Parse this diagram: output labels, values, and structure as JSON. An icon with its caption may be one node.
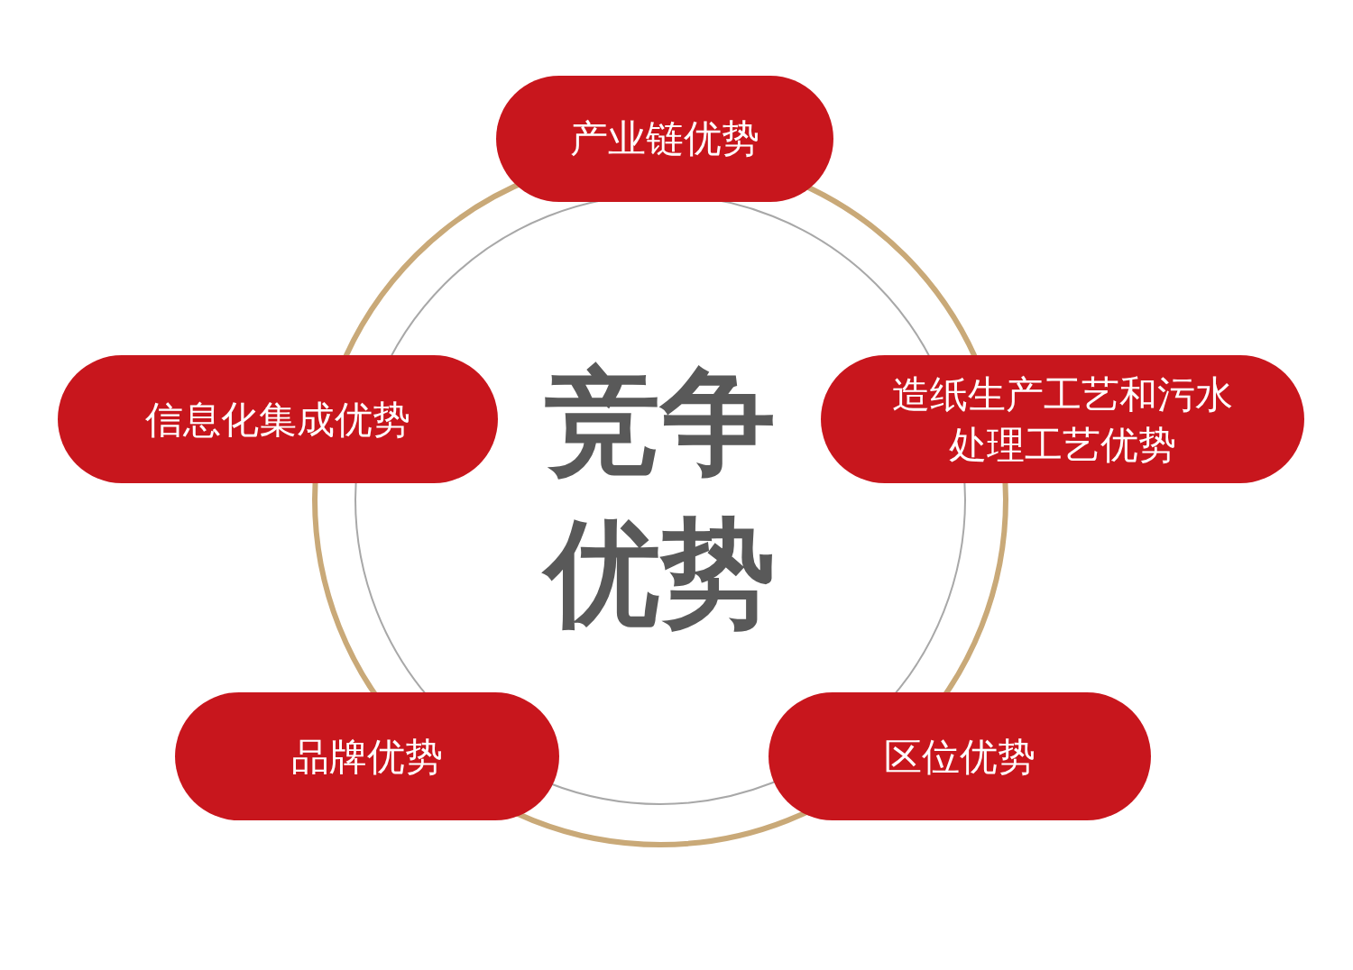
{
  "diagram": {
    "nodes": [
      {
        "text": [
          "产业链优势"
        ]
      },
      {
        "text": [
          "信息化集成优势"
        ]
      },
      {
        "text": [
          "竞争优势"
        ]
      },
      {
        "text": [
          "造纸生产工艺和污水处理工艺优势"
        ]
      },
      {
        "text": [
          "品牌优势"
        ]
      },
      {
        "text": [
          "区位优势"
        ]
      }
    ]
  }
}
